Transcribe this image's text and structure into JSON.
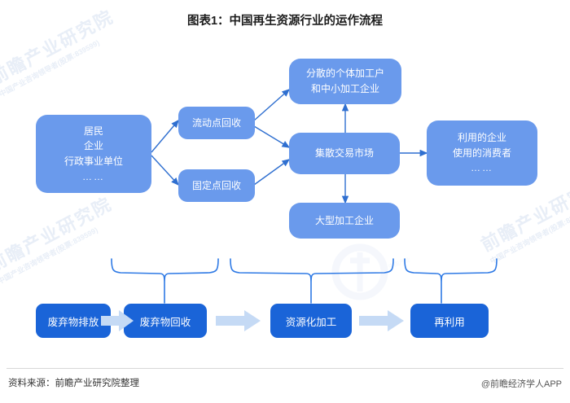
{
  "title": "图表1：中国再生资源行业的运作流程",
  "footer": {
    "source": "资料来源：前瞻产业研究院整理",
    "brand": "@前瞻经济学人APP"
  },
  "colors": {
    "node_fill": "#6a9aec",
    "chip_fill": "#1a64d8",
    "arrow": "#2f6fd0",
    "block_arrow": "#c5daf5",
    "brace": "#2f7ae5",
    "title_text": "#1c1c1c",
    "node_text": "#ffffff",
    "watermark": "#e8eef7"
  },
  "nodes": [
    {
      "id": "sources",
      "name": "node-sources",
      "lines": [
        "居民",
        "企业",
        "行政事业单位",
        "……"
      ]
    },
    {
      "id": "mobile_recycle",
      "name": "node-mobile-recycling",
      "lines": [
        "流动点回收"
      ]
    },
    {
      "id": "fixed_recycle",
      "name": "node-fixed-recycling",
      "lines": [
        "固定点回收"
      ]
    },
    {
      "id": "small_processors",
      "name": "node-small-processors",
      "lines": [
        "分散的个体加工户",
        "和中小加工企业"
      ]
    },
    {
      "id": "trading_market",
      "name": "node-trading-market",
      "lines": [
        "集散交易市场"
      ]
    },
    {
      "id": "large_processors",
      "name": "node-large-processors",
      "lines": [
        "大型加工企业"
      ]
    },
    {
      "id": "end_users",
      "name": "node-end-users",
      "lines": [
        "利用的企业",
        "使用的消费者",
        "……"
      ]
    }
  ],
  "process_chain": [
    {
      "id": "discharge",
      "name": "chip-waste-discharge",
      "label": "废弃物排放"
    },
    {
      "id": "collection",
      "name": "chip-waste-collection",
      "label": "废弃物回收"
    },
    {
      "id": "processing",
      "name": "chip-resource-processing",
      "label": "资源化加工"
    },
    {
      "id": "reuse",
      "name": "chip-reuse",
      "label": "再利用"
    }
  ],
  "watermarks": {
    "text": "前瞻产业研究院",
    "sub": "中国产业咨询领导者(股票:839599)",
    "logo_text": "中国产业咨询领导者"
  },
  "chart_data": {
    "type": "diagram",
    "title": "图表1：中国再生资源行业的运作流程",
    "diagram_kind": "flowchart",
    "node_labels": [
      "居民 企业 行政事业单位 ……",
      "流动点回收",
      "固定点回收",
      "分散的个体加工户 和中小加工企业",
      "集散交易市场",
      "大型加工企业",
      "利用的企业 使用的消费者 ……"
    ],
    "edges": [
      {
        "from": "sources",
        "to": "mobile_recycle"
      },
      {
        "from": "sources",
        "to": "fixed_recycle"
      },
      {
        "from": "mobile_recycle",
        "to": "small_processors"
      },
      {
        "from": "mobile_recycle",
        "to": "trading_market"
      },
      {
        "from": "fixed_recycle",
        "to": "trading_market"
      },
      {
        "from": "trading_market",
        "to": "small_processors"
      },
      {
        "from": "trading_market",
        "to": "large_processors"
      },
      {
        "from": "trading_market",
        "to": "end_users"
      }
    ],
    "stage_groups": [
      {
        "stage": "废弃物回收",
        "covers": [
          "流动点回收",
          "固定点回收"
        ]
      },
      {
        "stage": "资源化加工",
        "covers": [
          "分散的个体加工户和中小加工企业",
          "集散交易市场",
          "大型加工企业"
        ]
      },
      {
        "stage": "再利用",
        "covers": [
          "利用的企业 使用的消费者"
        ]
      }
    ],
    "process_chain": [
      "废弃物排放",
      "废弃物回收",
      "资源化加工",
      "再利用"
    ]
  }
}
